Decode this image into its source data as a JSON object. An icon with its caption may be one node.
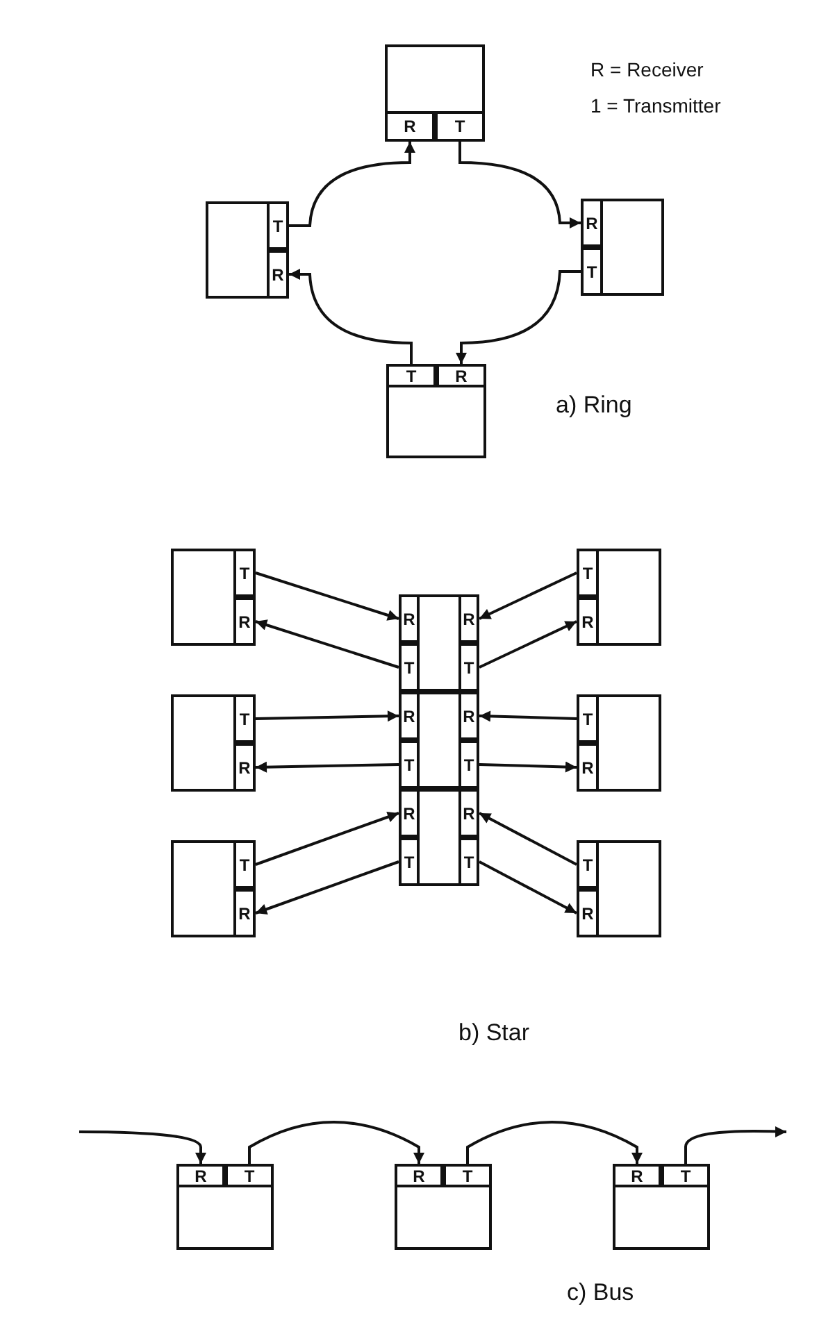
{
  "diagram": {
    "nodes": [
      {
        "text": [],
        "shape": "box"
      },
      {
        "text": [
          "R"
        ],
        "in": 0
      },
      {
        "text": [
          "T"
        ],
        "in": 0
      },
      {
        "text": [],
        "shape": "box"
      },
      {
        "text": [
          "T"
        ],
        "in": 3
      },
      {
        "text": [
          "R"
        ],
        "in": 3
      },
      {
        "text": [],
        "shape": "box"
      },
      {
        "text": [
          "R"
        ],
        "in": 6
      },
      {
        "text": [
          "T"
        ],
        "in": 6
      },
      {
        "text": [],
        "shape": "box"
      },
      {
        "text": [
          "T"
        ],
        "in": 9
      },
      {
        "text": [
          "R"
        ],
        "in": 9
      },
      {
        "text": [],
        "shape": "box"
      },
      {
        "text": [
          "T"
        ],
        "in": 12
      },
      {
        "text": [
          "R"
        ],
        "in": 12
      },
      {
        "text": [],
        "shape": "box"
      },
      {
        "text": [
          "R"
        ],
        "in": 15
      },
      {
        "text": [
          "T"
        ],
        "in": 15
      },
      {
        "text": [
          "R"
        ],
        "in": 15
      },
      {
        "text": [
          "T"
        ],
        "in": 15
      },
      {
        "text": [],
        "shape": "box"
      },
      {
        "text": [
          "T"
        ],
        "in": 20
      },
      {
        "text": [
          "R"
        ],
        "in": 20
      },
      {
        "text": [],
        "shape": "box"
      },
      {
        "text": [
          "T"
        ],
        "in": 23
      },
      {
        "text": [
          "R"
        ],
        "in": 23
      },
      {
        "text": [],
        "shape": "box"
      },
      {
        "text": [
          "R"
        ],
        "in": 26
      },
      {
        "text": [
          "T"
        ],
        "in": 26
      },
      {
        "text": [
          "R"
        ],
        "in": 26
      },
      {
        "text": [
          "T"
        ],
        "in": 26
      },
      {
        "text": [],
        "shape": "box"
      },
      {
        "text": [
          "T"
        ],
        "in": 31
      },
      {
        "text": [
          "R"
        ],
        "in": 31
      },
      {
        "text": [],
        "shape": "box"
      },
      {
        "text": [
          "T"
        ],
        "in": 34
      },
      {
        "text": [
          "R"
        ],
        "in": 34
      },
      {
        "text": [],
        "shape": "box"
      },
      {
        "text": [
          "R"
        ],
        "in": 37
      },
      {
        "text": [
          "T"
        ],
        "in": 37
      },
      {
        "text": [
          "R"
        ],
        "in": 37
      },
      {
        "text": [
          "T"
        ],
        "in": 37
      },
      {
        "text": [],
        "shape": "box"
      },
      {
        "text": [
          "T"
        ],
        "in": 42
      },
      {
        "text": [
          "R"
        ],
        "in": 42
      },
      {
        "text": [],
        "shape": "box"
      },
      {
        "text": [
          "R"
        ],
        "in": 45
      },
      {
        "text": [
          "T"
        ],
        "in": 45
      },
      {
        "text": [],
        "shape": "box"
      },
      {
        "text": [
          "R"
        ],
        "in": 48
      },
      {
        "text": [
          "T"
        ],
        "in": 48
      },
      {
        "text": [],
        "shape": "box"
      },
      {
        "text": [
          "R"
        ],
        "in": 51
      },
      {
        "text": [
          "T"
        ],
        "in": 51
      }
    ],
    "edges": [
      {
        "from": 4,
        "to": 1,
        "arrow": "to"
      },
      {
        "from": 2,
        "to": 7,
        "arrow": "to"
      },
      {
        "from": 8,
        "to": 11,
        "arrow": "to"
      },
      {
        "from": 10,
        "to": 5,
        "arrow": "to"
      },
      {
        "from": 13,
        "to": 16,
        "arrow": "to"
      },
      {
        "from": 17,
        "to": 14,
        "arrow": "to"
      },
      {
        "from": 21,
        "to": 18,
        "arrow": "to"
      },
      {
        "from": 19,
        "to": 22,
        "arrow": "to"
      },
      {
        "from": 24,
        "to": 27,
        "arrow": "to"
      },
      {
        "from": 28,
        "to": 25,
        "arrow": "to"
      },
      {
        "from": 32,
        "to": 29,
        "arrow": "to"
      },
      {
        "from": 30,
        "to": 33,
        "arrow": "to"
      },
      {
        "from": 35,
        "to": 38,
        "arrow": "to"
      },
      {
        "from": 39,
        "to": 36,
        "arrow": "to"
      },
      {
        "from": 43,
        "to": 40,
        "arrow": "to"
      },
      {
        "from": 41,
        "to": 44,
        "arrow": "to"
      },
      {
        "from": null,
        "to": 46,
        "arrow": "to"
      },
      {
        "from": 47,
        "to": 49,
        "arrow": "to"
      },
      {
        "from": 50,
        "to": 52,
        "arrow": "to"
      },
      {
        "from": 53,
        "to": null,
        "arrow": "to"
      }
    ],
    "labels": [
      "R = Receiver",
      "1 = Transmitter",
      "a) Ring",
      "b) Star",
      "c) Bus"
    ]
  }
}
